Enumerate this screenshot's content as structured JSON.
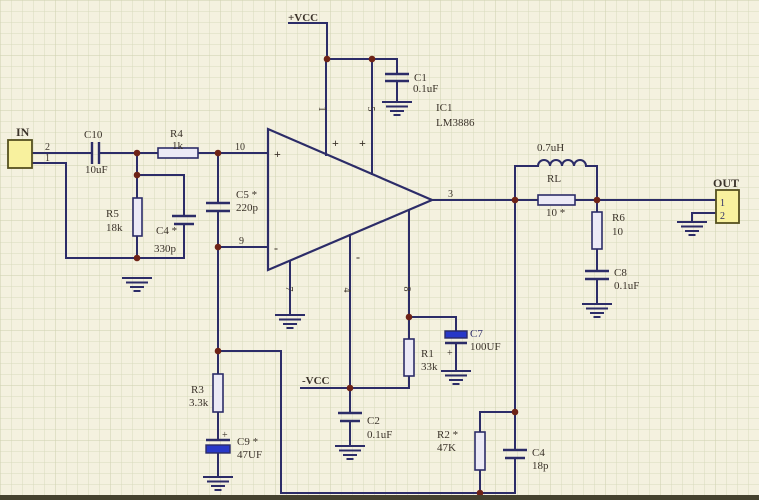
{
  "colors": {
    "background": "#f4f1df",
    "grid": "#d8dabc",
    "grid_major": "#cdd0ae",
    "wire": "#2c2c68",
    "text": "#3b332a",
    "junction": "#6e2317",
    "resistor_fill": "#eceaf6",
    "connector_fill": "#f8f19e",
    "connector_stroke": "#55511f",
    "electrolytic": "#2838c8",
    "edge_bar": "#45422f"
  },
  "power": {
    "vcc_pos": "+VCC",
    "vcc_neg": "-VCC"
  },
  "connectors": {
    "in": {
      "label": "IN",
      "pin_top": "2",
      "pin_bottom": "1"
    },
    "out": {
      "label": "OUT",
      "pin_top": "1",
      "pin_bottom": "2"
    }
  },
  "ic": {
    "ref": "IC1",
    "part": "LM3886",
    "pins": {
      "noninv": "10",
      "inv": "9",
      "out": "3",
      "vplus_a": "1",
      "vplus_b": "5",
      "gnd": "7",
      "vminus": "4",
      "mute": "8"
    },
    "marks": {
      "plus": "+",
      "minus": "-"
    }
  },
  "components": {
    "c10": {
      "ref": "C10",
      "value": "10uF"
    },
    "r4": {
      "ref": "R4",
      "value": "1k"
    },
    "r5": {
      "ref": "R5",
      "value": "18k"
    },
    "c4_input": {
      "ref": "C4 *",
      "value": "330p"
    },
    "c5": {
      "ref": "C5 *",
      "value": "220p"
    },
    "r3": {
      "ref": "R3",
      "value": "3.3k"
    },
    "c9": {
      "ref": "C9 *",
      "value": "47UF",
      "polarity": "+"
    },
    "c1": {
      "ref": "C1",
      "value": "0.1uF"
    },
    "c2": {
      "ref": "C2",
      "value": "0.1uF"
    },
    "r1": {
      "ref": "R1",
      "value": "33k"
    },
    "c7": {
      "ref": "C7",
      "value": "100UF",
      "polarity": "+"
    },
    "r2": {
      "ref": "R2 *",
      "value": "47K"
    },
    "c4_fb": {
      "ref": "C4",
      "value": "18p"
    },
    "l1": {
      "value": "0.7uH"
    },
    "rl": {
      "ref": "RL",
      "value": "10 *"
    },
    "r6": {
      "ref": "R6",
      "value": "10"
    },
    "c8": {
      "ref": "C8",
      "value": "0.1uF"
    }
  }
}
